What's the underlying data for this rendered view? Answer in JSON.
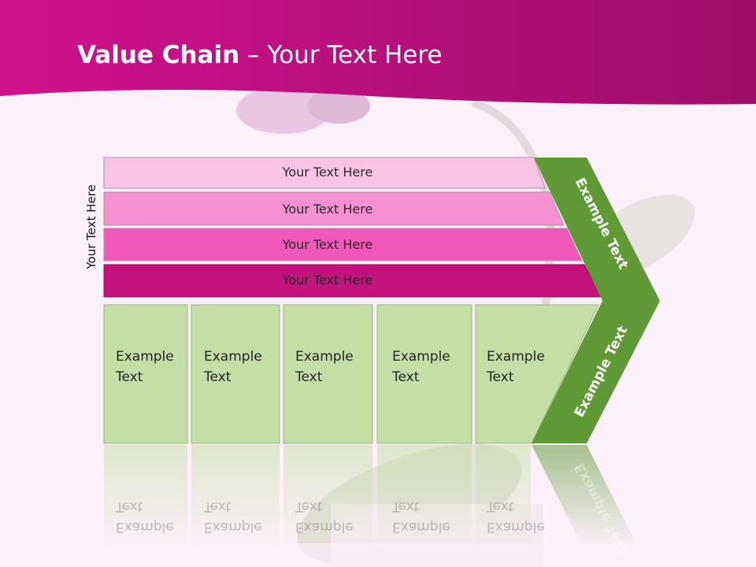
{
  "title": {
    "bold": "Value Chain",
    "rest": " – Your Text Here"
  },
  "side_label": "Your Text Here",
  "bars": [
    {
      "label": "Your Text Here",
      "color": "#f9c4e6"
    },
    {
      "label": "Your Text Here",
      "color": "#f591d1"
    },
    {
      "label": "Your Text Here",
      "color": "#ef58b8"
    },
    {
      "label": "Your Text Here",
      "color": "#c4127d"
    }
  ],
  "boxes": [
    {
      "line1": "Example",
      "line2": "Text"
    },
    {
      "line1": "Example",
      "line2": "Text"
    },
    {
      "line1": "Example",
      "line2": "Text"
    },
    {
      "line1": "Example",
      "line2": "Text"
    },
    {
      "line1": "Example",
      "line2": "Text"
    }
  ],
  "chevron": {
    "upper_label": "Example Text",
    "lower_label": "Example Text"
  },
  "colors": {
    "header": "#b5107a",
    "box_fill": "#c4dfa5",
    "chevron_fill": "#5f9a36"
  }
}
